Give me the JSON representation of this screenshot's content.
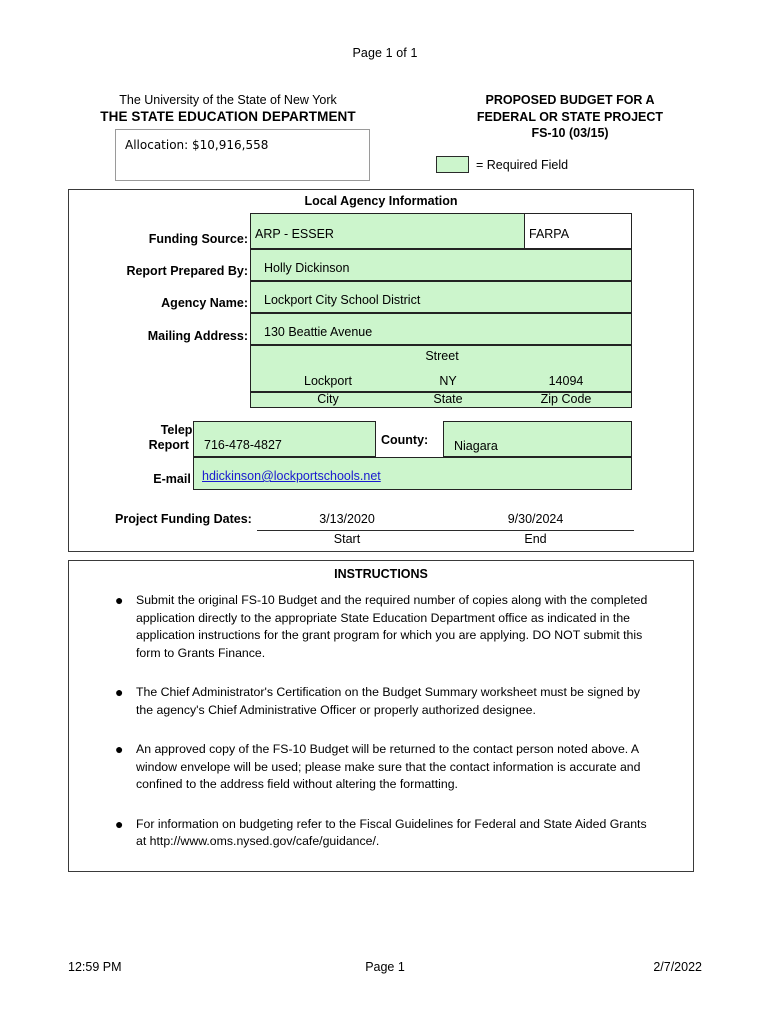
{
  "header": {
    "page_of": "Page 1 of 1",
    "usny_line1": "The University of the State of New York",
    "usny_line2": "THE STATE EDUCATION DEPARTMENT",
    "allocation": "Allocation: $10,916,558",
    "proposed_line1": "PROPOSED BUDGET FOR A",
    "proposed_line2": "FEDERAL OR STATE PROJECT",
    "proposed_line3": "FS-10 (03/15)",
    "required_field_label": "= Required Field",
    "required_field_color": "#ccf5cc"
  },
  "agency": {
    "title": "Local Agency Information",
    "labels": {
      "funding_source": "Funding Source:",
      "report_prepared_by": "Report Prepared By:",
      "agency_name": "Agency Name:",
      "mailing_address": "Mailing Address:",
      "telephone_line1": "Telephone # of",
      "telephone_line2": "Report Preparer:",
      "county": "County:",
      "email": "E-mail Address:",
      "project_funding_dates": "Project Funding Dates:"
    },
    "values": {
      "funding_source": "ARP - ESSER",
      "farpa": "FARPA",
      "report_prepared_by": "Holly Dickinson",
      "agency_name": "Lockport City School District",
      "mailing_address": "130 Beattie Avenue",
      "city": "Lockport",
      "state": "NY",
      "zip": "14094",
      "telephone": "716-478-4827",
      "county": "Niagara",
      "email": "hdickinson@lockportschools.net",
      "start_date": "3/13/2020",
      "end_date": "9/30/2024"
    },
    "captions": {
      "street": "Street",
      "city": "City",
      "state": "State",
      "zip": "Zip Code",
      "start": "Start",
      "end": "End"
    },
    "link_color": "#1a1ad0"
  },
  "instructions": {
    "title": "INSTRUCTIONS",
    "bullet_glyph": "●",
    "items": [
      "Submit the original FS-10 Budget and the required number of copies along with the completed application directly to the appropriate State Education Department office as indicated in the application instructions for the grant program for which you are applying. DO NOT submit this form to Grants Finance.",
      "The Chief Administrator's Certification on the Budget Summary worksheet must be signed by the agency's Chief Administrative Officer or properly authorized designee.",
      "An approved copy of the FS-10 Budget will be returned to the contact person noted above.  A window envelope will be used; please make sure that the contact information is accurate and confined to the address field without altering the formatting.",
      "For information on budgeting refer to the Fiscal Guidelines for Federal and State Aided Grants at http://www.oms.nysed.gov/cafe/guidance/."
    ]
  },
  "footer": {
    "time": "12:59 PM",
    "page": "Page 1",
    "date": "2/7/2022"
  }
}
